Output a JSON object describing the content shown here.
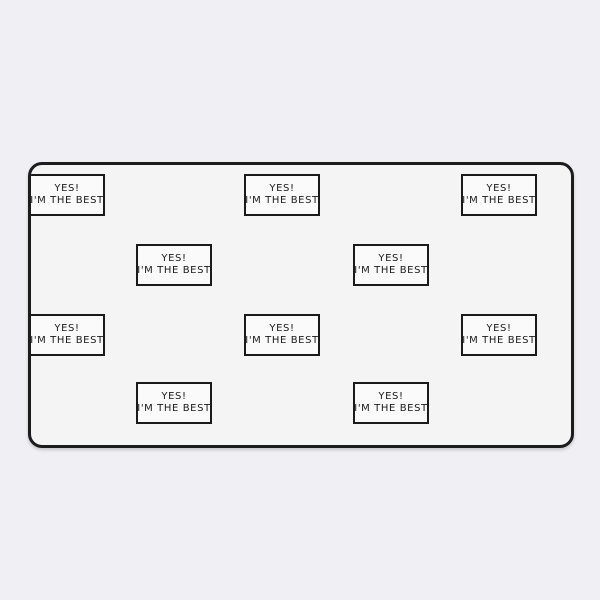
{
  "product": {
    "name": "desk-mat",
    "accent_border_color": "#1c1c1c",
    "surface_color": "#f4f4f4",
    "background_color": "#f0eff4"
  },
  "sticker": {
    "line1": "YES!",
    "line2": "I'M THE BEST"
  }
}
